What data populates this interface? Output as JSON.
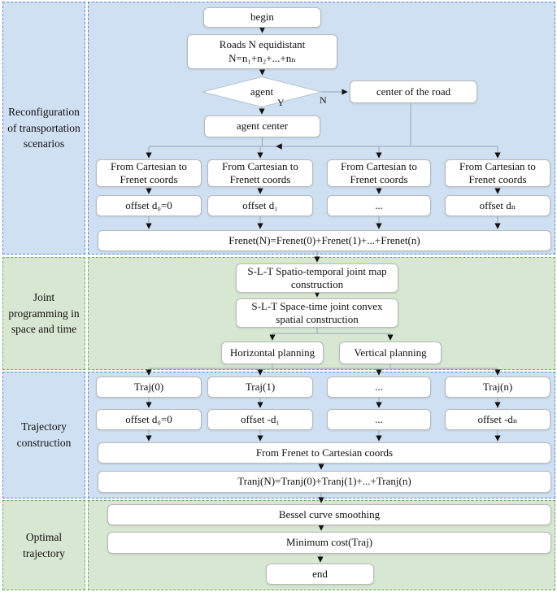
{
  "colors": {
    "band_blue": "#cfe0f2",
    "band_green": "#d7e7d2",
    "border_blue": "#6188c6",
    "border_green": "#6faa5e"
  },
  "sections": [
    {
      "label": "Reconfiguration of transportation scenarios"
    },
    {
      "label": "Joint programming in space and time"
    },
    {
      "label": "Trajectory construction"
    },
    {
      "label": "Optimal trajectory"
    }
  ],
  "flow": {
    "begin": "begin",
    "roads_title": "Roads N equidistant",
    "roads_formula": "N=n₁+n₂+...+nₙ",
    "decision": "agent",
    "decision_yes": "Y",
    "decision_no": "N",
    "center_of_road": "center of the road",
    "agent_center": "agent center",
    "cartesian_to_frenet": [
      "From Cartesian to Frenet coords",
      "From Cartesian to Frenett coords",
      "From Cartesian to Frenet coords",
      "From Cartesian to Frenet coords"
    ],
    "offsets_forward": [
      "offset d₀=0",
      "offset d₁",
      "...",
      "offset dₙ"
    ],
    "frenet_sum": "Frenet(N)=Frenet(0)+Frenet(1)+...+Frenet(n)",
    "slt_map": "S-L-T Spatio-temporal joint map construction",
    "slt_convex": "S-L-T Space-time joint convex spatial construction",
    "horizontal_planning": "Horizontal planning",
    "vertical_planning": "Vertical planning",
    "trajectories": [
      "Traj(0)",
      "Traj(1)",
      "...",
      "Traj(n)"
    ],
    "offsets_back": [
      "offset d₀=0",
      "offset -d₁",
      "...",
      "offset -dₙ"
    ],
    "frenet_to_cartesian": "From Frenet to Cartesian coords",
    "tranj_sum": "Tranj(N)=Tranj(0)+Tranj(1)+...+Tranj(n)",
    "bessel": "Bessel curve smoothing",
    "min_cost": "Minimum cost(Traj)",
    "end": "end"
  }
}
